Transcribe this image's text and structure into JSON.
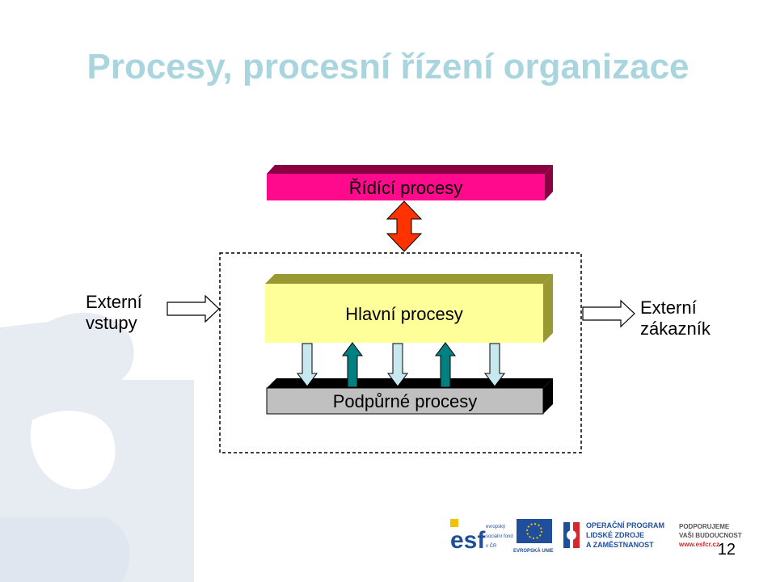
{
  "slide": {
    "title": "Procesy, procesní řízení organizace",
    "page_number": "12"
  },
  "diagram": {
    "top_box": {
      "label": "Řídící procesy",
      "color": "#ff0a8c"
    },
    "middle_box": {
      "label": "Hlavní procesy",
      "color": "#ffff99"
    },
    "bottom_box": {
      "label": "Podpůrné procesy",
      "color": "#c0c0c0"
    },
    "left_text": {
      "line1": "Externí",
      "line2": "vstupy"
    },
    "right_text": {
      "line1": "Externí",
      "line2": "zákazník"
    },
    "colors": {
      "double_arrow": "#ff3300",
      "down_arrow": "#c7e8ee",
      "up_arrow": "#008080",
      "top_box_shadow": "#8b0040",
      "middle_box_shadow": "#999933",
      "bottom_box_shadow": "#000000",
      "puzzle_bg": "#e7ecf3"
    }
  },
  "logos": {
    "esf_small": "evropský sociální fond v ČR",
    "eu_label": "EVROPSKÁ UNIE",
    "op_line1": "OPERAČNÍ PROGRAM",
    "op_line2": "LIDSKÉ ZDROJE",
    "op_line3": "A ZAMĚSTNANOST",
    "support_line1": "PODPORUJEME",
    "support_line2": "VAŠI BUDOUCNOST",
    "support_url": "www.esfcr.cz"
  }
}
